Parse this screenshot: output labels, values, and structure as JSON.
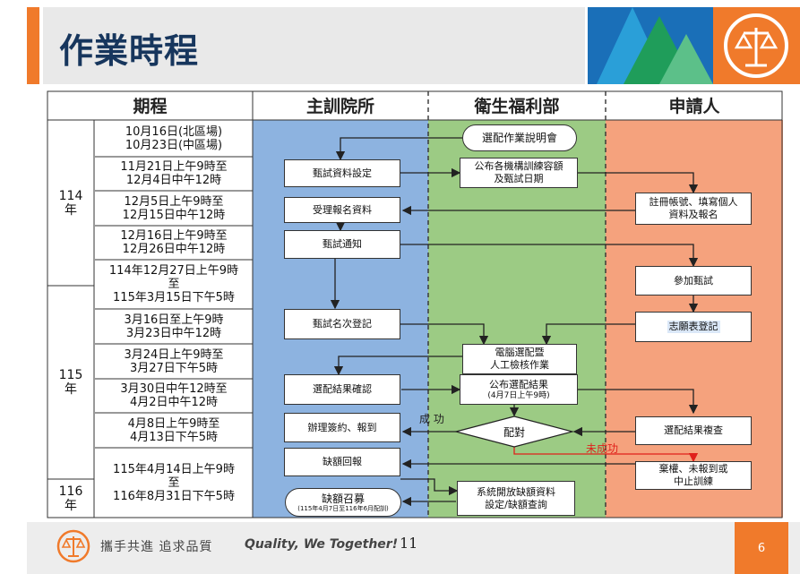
{
  "title": "作業時程",
  "headers": [
    "期程",
    "主訓院所",
    "衛生福利部",
    "申請人"
  ],
  "years": [
    "114\n年",
    "115\n年",
    "116\n年"
  ],
  "periods": [
    "10月16日(北區場)\n10月23日(中區場)",
    "11月21日上午9時至\n12月4日中午12時",
    "12月5日上午9時至\n12月15日中午12時",
    "12月16日上午9時至\n12月26日中午12時",
    "114年12月27日上午9時\n至\n115年3月15日下午5時",
    "3月16日至上午9時\n3月23日中午12時",
    "3月24日上午9時至\n3月27日下午5時",
    "3月30日中午12時至\n4月2日中午12時",
    "4月8日上午9時至\n4月13日下午5時",
    "115年4月14日上午9時\n至\n116年8月31日下午5時"
  ],
  "boxes": {
    "info_session": "選配作業說明會",
    "exam_setup": "甄試資料設定",
    "publish_quota": "公布各機構訓練容額\n及甄試日期",
    "register": "註冊帳號、填寫個人\n資料及報名",
    "accept_apps": "受理報名資料",
    "exam_notice": "甄試通知",
    "attend_exam": "參加甄試",
    "rank_register": "甄試名次登記",
    "wish_register": "志願表登記",
    "computer_match": "電腦選配暨\n人工檢核作業",
    "confirm_result": "選配結果確認",
    "publish_result": "公布選配結果",
    "publish_result_note": "(4月7日上午9時)",
    "sign_contract": "辦理簽約、報到",
    "match": "配對",
    "review_result": "選配結果複查",
    "vacancy_report": "缺額回報",
    "abandon": "棄權、未報到或\n中止訓練",
    "open_vacancy": "系統開放缺額資料\n設定/缺額查詢",
    "recruit": "缺額召募",
    "recruit_note": "(115年4月7日至116年6月配訓)"
  },
  "labels": {
    "success": "成 功",
    "fail": "未成功"
  },
  "footer": {
    "slogan": "攜手共進  追求品質",
    "tagline": "Quality, We Together!",
    "center_page": "11",
    "page": "6"
  },
  "colors": {
    "accent": "#f07a2b",
    "col_blue": "#8db3e0",
    "col_green": "#9ccb84",
    "col_orange": "#f5a27d",
    "title": "#17365d",
    "fail_red": "#e0201b"
  }
}
